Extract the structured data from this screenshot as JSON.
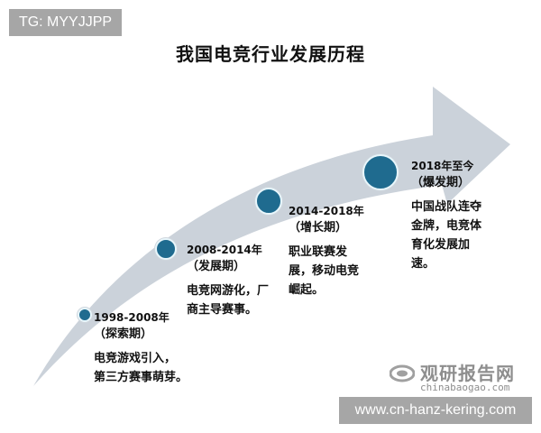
{
  "watermark_top": "TG: MYYJJPP",
  "title": "我国电竞行业发展历程",
  "colors": {
    "arrow": "#cbd2da",
    "dot": "#1f6b8f",
    "dot_ring": "#e8f6fb",
    "watermark_bg": "#a6a6a6"
  },
  "stages": [
    {
      "period": "1998-2008年",
      "phase": "（探索期）",
      "desc": [
        "电竞游戏引入，",
        "第三方赛事萌芽。"
      ]
    },
    {
      "period": "2008-2014年",
      "phase": "（发展期）",
      "desc": [
        "电竞网游化，厂",
        "商主导赛事。"
      ]
    },
    {
      "period": "2014-2018年",
      "phase": "（增长期）",
      "desc": [
        "职业联赛发",
        "展，移动电竞",
        "崛起。"
      ]
    },
    {
      "period": "2018年至今",
      "phase": "（爆发期）",
      "desc": [
        "中国战队连夺",
        "金牌，电竞体",
        "育化发展加",
        "速。"
      ]
    }
  ],
  "logo": {
    "cn": "观研报告网",
    "en": "chinabaogao.com",
    "icon": "swirl-logo-icon"
  },
  "watermark_bottom": "www.cn-hanz-kering.com"
}
